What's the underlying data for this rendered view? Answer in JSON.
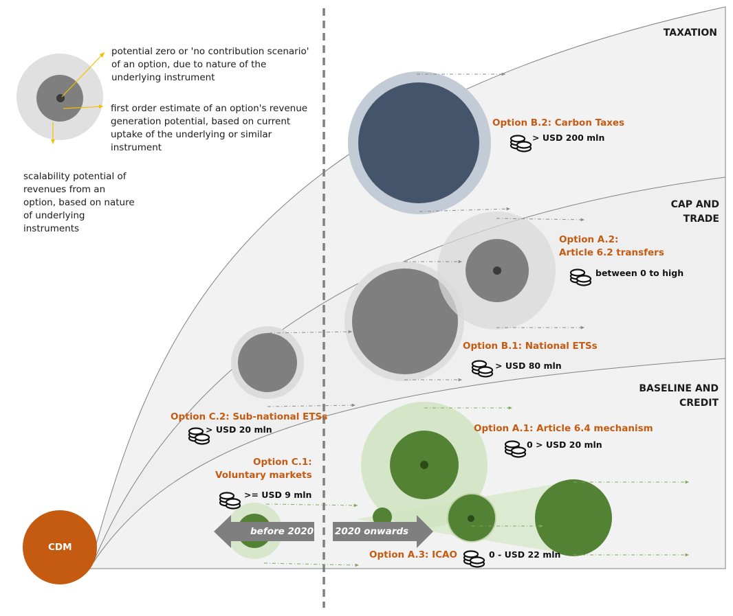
{
  "bands": {
    "taxation": "TAXATION",
    "cap_and_trade": [
      "CAP AND",
      "TRADE"
    ],
    "baseline_and_credit": [
      "BASELINE AND",
      "CREDIT"
    ]
  },
  "legend": {
    "zero_scenario": "potential zero or 'no contribution scenario' of an option, due to nature of the underlying instrument",
    "first_order": "first order estimate of an option's revenue generation potential, based on current uptake of the underlying or similar instrument",
    "scalability": "scalability potential of revenues from an option, based on nature of underlying instruments"
  },
  "options": {
    "b2": {
      "title": "Option B.2: Carbon Taxes",
      "value": "> USD 200 mln"
    },
    "a2": {
      "title_line1": "Option A.2:",
      "title_line2": "Article 6.2 transfers",
      "value": "between 0  to high"
    },
    "b1": {
      "title": "Option B.1: National ETSs",
      "value": "> USD 80 mln"
    },
    "c2": {
      "title": "Option C.2: Sub-national ETSs",
      "value": "> USD 20 mln"
    },
    "a1": {
      "title": "Option A.1: Article 6.4 mechanism",
      "value": "0  > USD 20 mln"
    },
    "c1": {
      "title_line1": "Option C.1:",
      "title_line2": "Voluntary markets",
      "value": ">= USD 9 mln"
    },
    "a3": {
      "title": "Option A.3: ICAO",
      "value": "0  - USD 22 mln"
    }
  },
  "origin": {
    "label": "CDM"
  },
  "timeline": {
    "before": "before 2020",
    "after": "2020 onwards"
  },
  "colors": {
    "orange": "#c55a11",
    "navy": "#44546a",
    "grey": "#7f7f7f",
    "green": "#548235",
    "band_fill": "#f2f2f2"
  }
}
